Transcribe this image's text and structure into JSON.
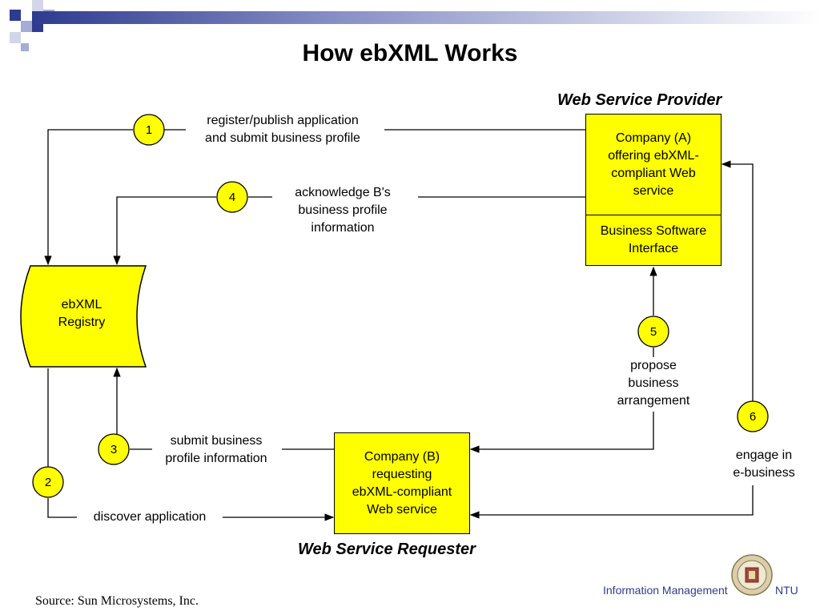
{
  "title": "How ebXML Works",
  "provider_label": "Web Service Provider",
  "requester_label": "Web Service Requester",
  "registry_label": "ebXML\nRegistry",
  "company_a": {
    "top": "Company (A)\noffering ebXML-\ncompliant Web\nservice",
    "bottom": "Business Software\nInterface"
  },
  "company_b": "Company (B)\nrequesting\nebXML-compliant\nWeb service",
  "steps": [
    {
      "number": "1",
      "label": "register/publish application\nand submit business profile"
    },
    {
      "number": "2",
      "label": "discover application"
    },
    {
      "number": "3",
      "label": "submit business\nprofile information"
    },
    {
      "number": "4",
      "label": "acknowledge B's\nbusiness profile\ninformation"
    },
    {
      "number": "5",
      "label": "propose\nbusiness\narrangement"
    },
    {
      "number": "6",
      "label": "engage in\ne-business"
    }
  ],
  "source": "Source: Sun Microsystems, Inc.",
  "footer": {
    "left": "Information Management",
    "right": "NTU",
    "logo_icon": "university-seal-icon"
  },
  "colors": {
    "box_fill": "#ffff00",
    "accent_dark": "#2e3b8f",
    "accent_light": "#a6acd4"
  }
}
